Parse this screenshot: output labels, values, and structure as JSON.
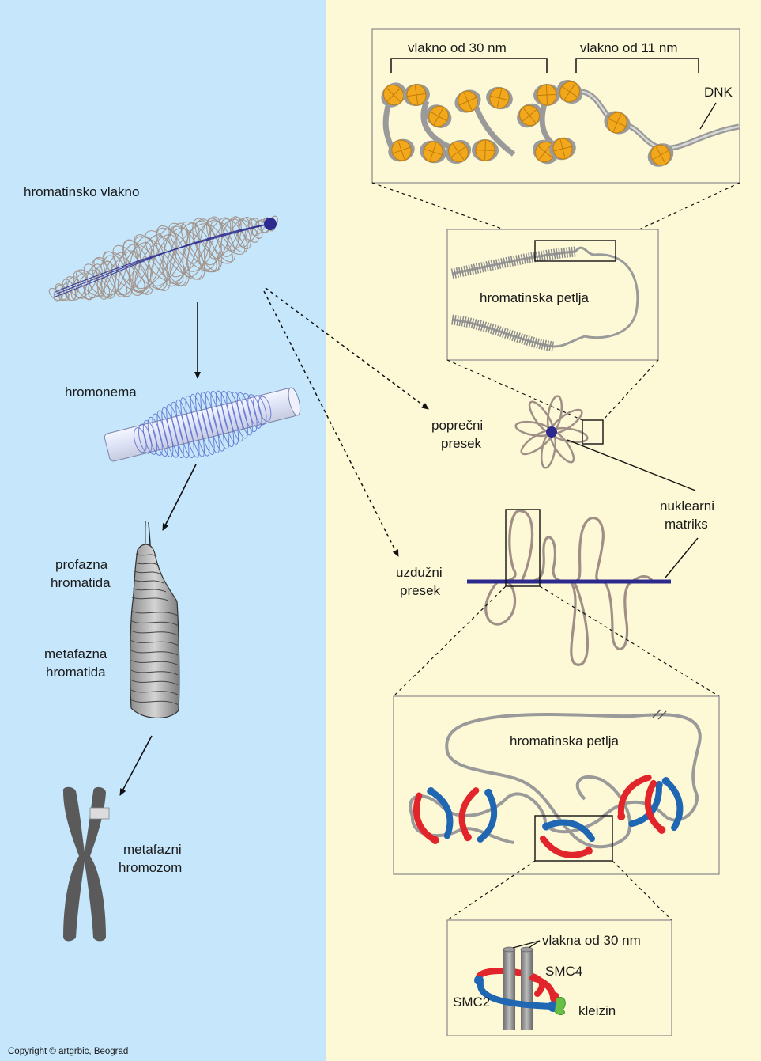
{
  "colors": {
    "left_panel_bg": "#c5e6fb",
    "right_panel_bg": "#fdf9d6",
    "chromatin_loop": "#a08f86",
    "nuclear_matrix": "#2d2a8f",
    "nucleosome": "#f2a81d",
    "dna": "#9a9a9a",
    "smc_red": "#e2242b",
    "smc_blue": "#1f66b3",
    "kleisin_green": "#6abf45",
    "chromosome": "#5a5a5a"
  },
  "left": {
    "chromatin_fiber": "hromatinsko vlakno",
    "chromonema": "hromonema",
    "prophase_chromatid_l1": "profazna",
    "prophase_chromatid_l2": "hromatida",
    "metaphase_chromatid_l1": "metafazna",
    "metaphase_chromatid_l2": "hromatida",
    "metaphase_chromosome_l1": "metafazni",
    "metaphase_chromosome_l2": "hromozom",
    "copyright": "Copyright © artgrbic, Beograd"
  },
  "right": {
    "fiber_30nm": "vlakno od 30 nm",
    "fiber_11nm": "vlakno od 11 nm",
    "dna": "DNK",
    "chromatin_loop": "hromatinska petlja",
    "cross_section_l1": "poprečni",
    "cross_section_l2": "presek",
    "nuclear_matrix_l1": "nuklearni",
    "nuclear_matrix_l2": "matriks",
    "longitudinal_section_l1": "uzdužni",
    "longitudinal_section_l2": "presek",
    "condensin_loop": "hromatinska petlja",
    "fibers_30nm": "vlakna od 30 nm",
    "smc4": "SMC4",
    "smc2": "SMC2",
    "kleisin": "kleizin"
  }
}
